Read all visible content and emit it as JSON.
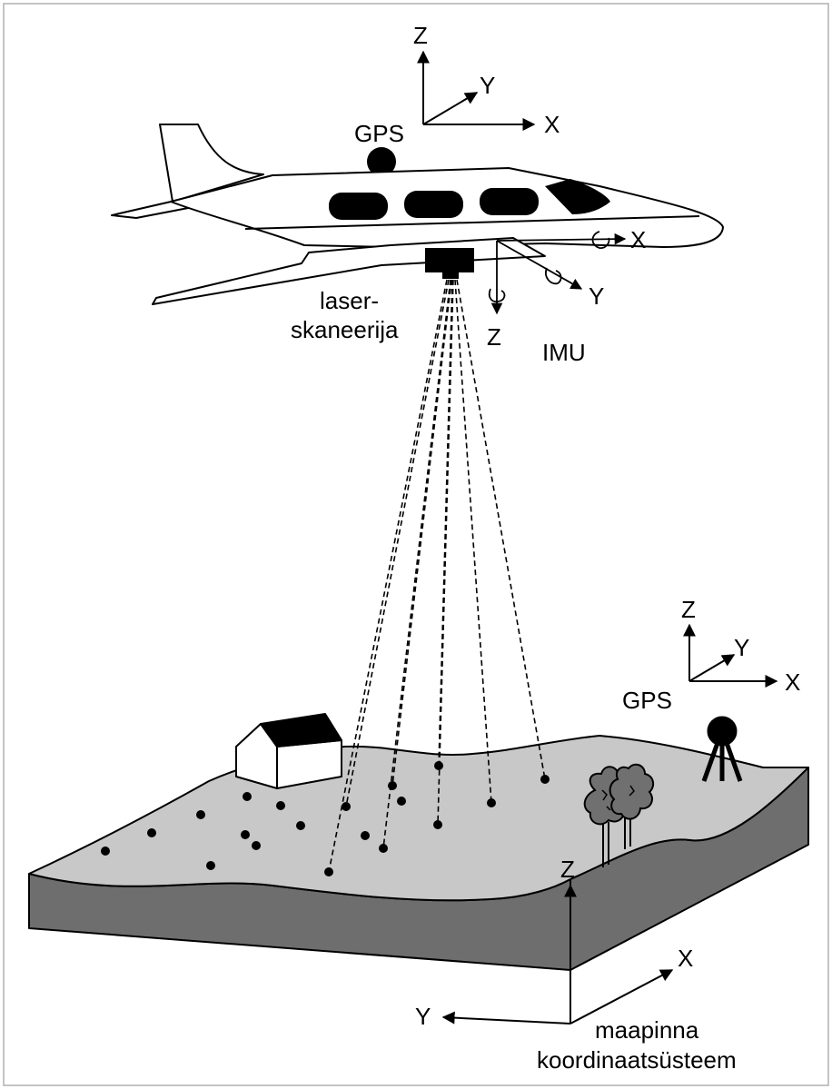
{
  "labels": {
    "aircraft_axes": {
      "z": "Z",
      "y": "Y",
      "x": "X"
    },
    "aircraft_gps": "GPS",
    "imu_axes": {
      "x": "X",
      "y": "Y",
      "z": "Z"
    },
    "scanner_line1": "laser-",
    "scanner_line2": "skaneerija",
    "imu": "IMU",
    "station_axes": {
      "z": "Z",
      "y": "Y",
      "x": "X"
    },
    "station_gps": "GPS",
    "ground_axes": {
      "z": "Z",
      "x": "X",
      "y": "Y"
    },
    "ground_system_line1": "maapinna",
    "ground_system_line2": "koordinaatsüsteem"
  },
  "colors": {
    "ink": "#000000",
    "terrain_top": "#c8c8c8",
    "terrain_side": "#6e6e6e",
    "tree": "#707070",
    "frame": "#b0b0b0"
  }
}
